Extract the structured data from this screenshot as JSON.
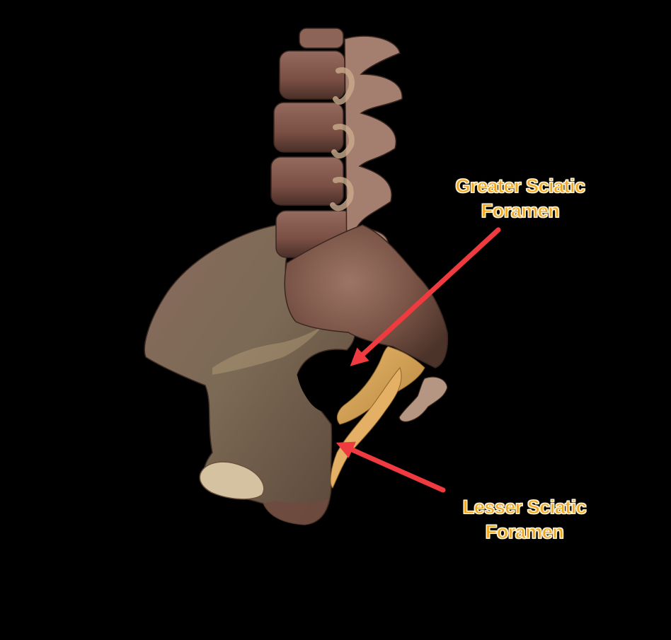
{
  "labels": {
    "greater_sciatic": {
      "line1": "Greater Sciatic",
      "line2": "Foramen"
    },
    "lesser_sciatic": {
      "line1": "Lesser Sciatic",
      "line2": "Foramen"
    }
  },
  "colors": {
    "background": "#000000",
    "label_text": "#F2A51E",
    "label_outline": "#FFF4D8",
    "arrow": "#EF3B40",
    "bone": "#7E5D4F",
    "ligament": "#D9A657"
  }
}
